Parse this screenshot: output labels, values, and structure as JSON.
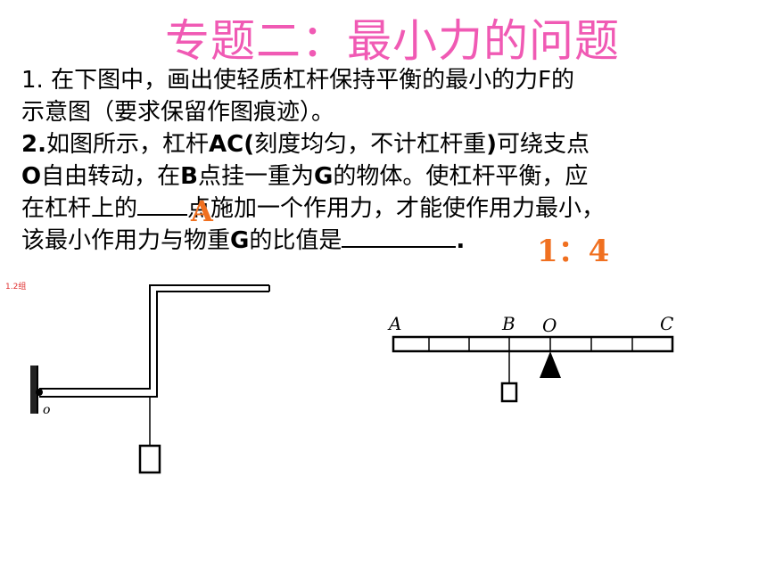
{
  "title": "专题二：最小力的问题",
  "q1": {
    "line1": "1. 在下图中，画出使轻质杠杆保持平衡的最小的力F的",
    "line2": "示意图（要求保留作图痕迹）。"
  },
  "q2": {
    "n": "2.",
    "t1": "如图所示，杠杆",
    "ac": "AC(",
    "t2": "刻度均匀，不计杠杆重",
    "t3": ")",
    "t4": "可绕支点",
    "o": "O",
    "t5": "自由转动，在",
    "b": "B",
    "t6": "点挂一重为",
    "g": "G",
    "t7": "的物体。使杠杆平衡，应",
    "t8": "在杠杆上的",
    "t9": "点施加一个作用力，才能使作用力最小，",
    "t10": "该最小作用力与物重",
    "g2": "G",
    "t11": "的比值是",
    "end": "."
  },
  "answers": {
    "point": "A",
    "ratio": "1：4"
  },
  "note": "1.2组",
  "fig1": {
    "pivot_label": "o"
  },
  "fig2": {
    "labels": [
      "A",
      "B",
      "O",
      "C"
    ]
  }
}
